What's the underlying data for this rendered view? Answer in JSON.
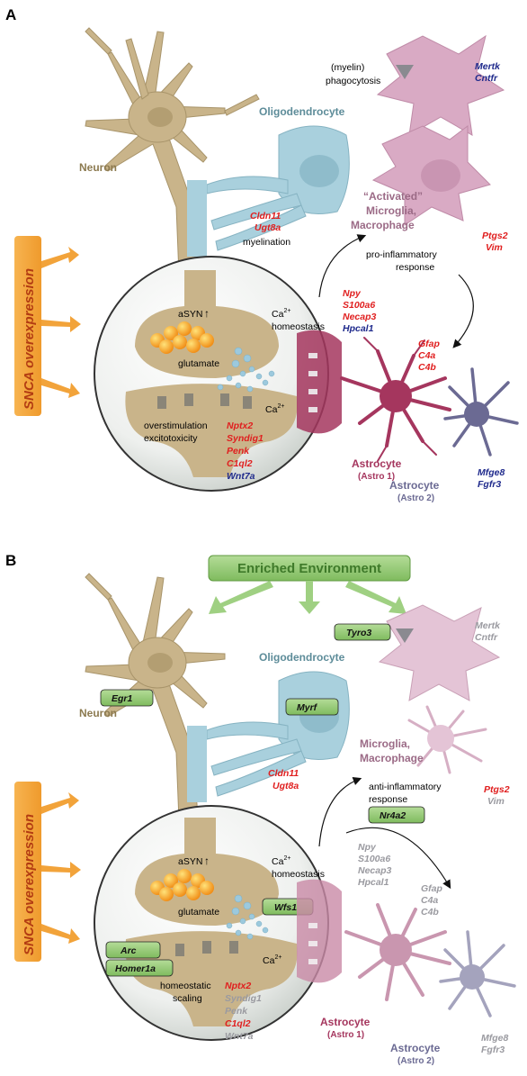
{
  "colors": {
    "neuron": "#c9b48a",
    "neuron_text": "#8c7a50",
    "oligo": "#a9d0dd",
    "oligo_text": "#5d8c99",
    "microglia": "#d9aac4",
    "microglia_text": "#9b6a86",
    "astro1": "#a5365e",
    "astro2": "#6b6a93",
    "up": "#e01f1f",
    "down": "#1f2a8c",
    "muted": "#9a9aa0",
    "snca_orange": "#f2a33a",
    "green": "#8cc56e"
  },
  "panelA": {
    "label": "A",
    "neuron": "Neuron",
    "oligodendrocyte": "Oligodendrocyte",
    "myelination": "myelination",
    "phagocytosis_line1": "(myelin)",
    "phagocytosis_line2": "phagocytosis",
    "activated": "“Activated”",
    "microglia": "Microglia,",
    "macrophage": "Macrophage",
    "proinflam_line1": "pro-inflammatory",
    "proinflam_line2": "response",
    "snca": "SNCA overexpression",
    "asyn": "aSYN",
    "glutamate": "glutamate",
    "ca_homeo_line1": "Ca",
    "ca_homeo_line2": "homeostasis",
    "ca": "Ca",
    "sup": "2+",
    "overstim_line1": "overstimulation",
    "overstim_line2": "excitotoxicity",
    "astro1": "Astrocyte",
    "astro1_sub": "(Astro 1)",
    "astro2": "Astrocyte",
    "astro2_sub": "(Astro 2)",
    "genes": {
      "mertk": "Mertk",
      "cntfr": "Cntfr",
      "cldn11": "Cldn11",
      "ugt8a": "Ugt8a",
      "ptgs2": "Ptgs2",
      "vim": "Vim",
      "npy": "Npy",
      "s100a6": "S100a6",
      "necap3": "Necap3",
      "hpcal1": "Hpcal1",
      "gfap": "Gfap",
      "c4a": "C4a",
      "c4b": "C4b",
      "nptx2": "Nptx2",
      "syndig1": "Syndig1",
      "penk": "Penk",
      "c1ql2": "C1ql2",
      "wnt7a": "Wnt7a",
      "mfge8": "Mfge8",
      "fgfr3": "Fgfr3"
    }
  },
  "panelB": {
    "label": "B",
    "enriched": "Enriched Environment",
    "neuron": "Neuron",
    "oligodendrocyte": "Oligodendrocyte",
    "microglia": "Microglia,",
    "macrophage": "Macrophage",
    "antiinflam_line1": "anti-inflammatory",
    "antiinflam_line2": "response",
    "snca": "SNCA overexpression",
    "asyn": "aSYN",
    "glutamate": "glutamate",
    "ca_homeo_line1": "Ca",
    "ca_homeo_line2": "homeostasis",
    "ca": "Ca",
    "sup": "2+",
    "homeo_line1": "homeostatic",
    "homeo_line2": "scaling",
    "astro1": "Astrocyte",
    "astro1_sub": "(Astro 1)",
    "astro2": "Astrocyte",
    "astro2_sub": "(Astro 2)",
    "tags": {
      "tyro3": "Tyro3",
      "egr1": "Egr1",
      "myrf": "Myrf",
      "nr4a2": "Nr4a2",
      "wfs1": "Wfs1",
      "arc": "Arc",
      "homer1a": "Homer1a"
    },
    "genes": {
      "mertk": "Mertk",
      "cntfr": "Cntfr",
      "cldn11": "Cldn11",
      "ugt8a": "Ugt8a",
      "ptgs2": "Ptgs2",
      "vim": "Vim",
      "npy": "Npy",
      "s100a6": "S100a6",
      "necap3": "Necap3",
      "hpcal1": "Hpcal1",
      "gfap": "Gfap",
      "c4a": "C4a",
      "c4b": "C4b",
      "nptx2": "Nptx2",
      "syndig1": "Syndig1",
      "penk": "Penk",
      "c1ql2": "C1ql2",
      "wnt7a": "Wnt7a",
      "mfge8": "Mfge8",
      "fgfr3": "Fgfr3"
    }
  }
}
